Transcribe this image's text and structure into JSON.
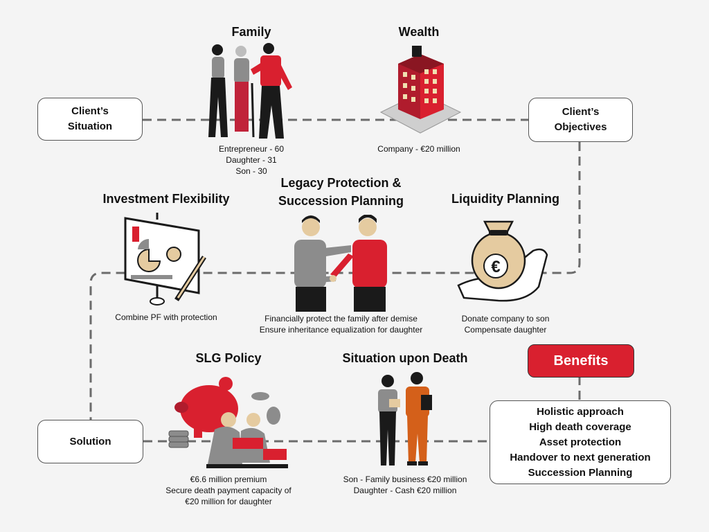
{
  "boxes": {
    "client_situation": [
      "Client’s",
      "Situation"
    ],
    "client_objectives": [
      "Client’s",
      "Objectives"
    ],
    "solution": "Solution"
  },
  "family": {
    "title": "Family",
    "caption": [
      "Entrepreneur - 60",
      "Daughter - 31",
      "Son - 30"
    ]
  },
  "wealth": {
    "title": "Wealth",
    "caption": "Company - €20 million"
  },
  "investment": {
    "title": "Investment Flexibility",
    "caption": "Combine PF with protection"
  },
  "legacy": {
    "title": [
      "Legacy Protection &",
      "Succession Planning"
    ],
    "caption": [
      "Financially protect the family after demise",
      "Ensure inheritance equalization for daughter"
    ]
  },
  "liquidity": {
    "title": "Liquidity Planning",
    "caption": [
      "Donate company to son",
      "Compensate daughter"
    ],
    "bag_symbol": "€"
  },
  "slg": {
    "title": "SLG Policy",
    "caption": [
      "€6.6 million premium",
      "Secure death payment capacity of",
      "€20 million for daughter"
    ]
  },
  "death": {
    "title": "Situation upon Death",
    "caption": [
      "Son - Family business €20 million",
      "Daughter - Cash €20 million"
    ]
  },
  "benefits": {
    "label": "Benefits",
    "items": [
      "Holistic approach",
      "High death coverage",
      "Asset protection",
      "Handover to next generation",
      "Succession Planning"
    ]
  },
  "colors": {
    "accent": "#d9202f",
    "connector": "#6b6b6b",
    "dark": "#1a1a1a",
    "grey": "#8c8c8c",
    "tan": "#e5cba0"
  }
}
